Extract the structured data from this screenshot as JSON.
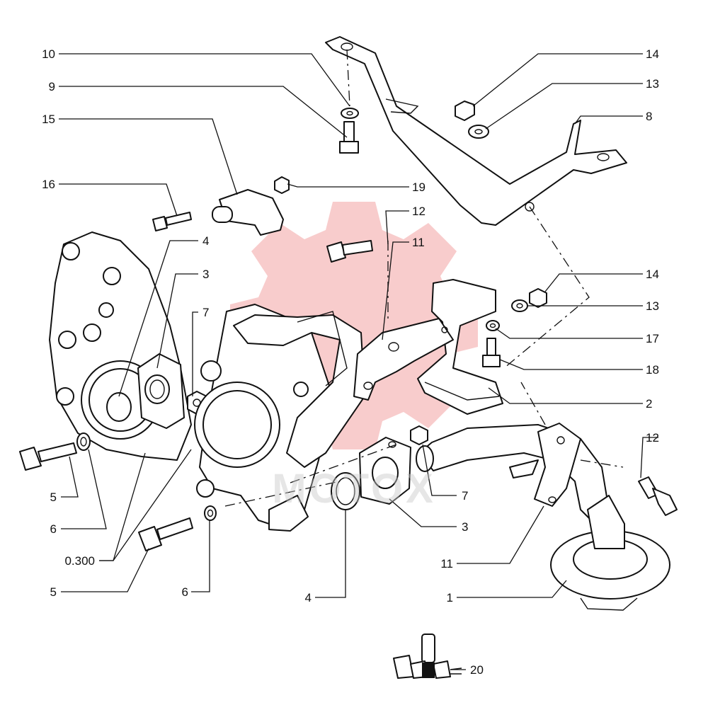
{
  "watermark": {
    "color": "#e85a5a",
    "text": "MOTOX"
  },
  "callouts": [
    {
      "id": "c-10-top",
      "label": "10"
    },
    {
      "id": "c-9",
      "label": "9"
    },
    {
      "id": "c-15",
      "label": "15"
    },
    {
      "id": "c-16",
      "label": "16"
    },
    {
      "id": "c-4-left",
      "label": "4"
    },
    {
      "id": "c-3-left",
      "label": "3"
    },
    {
      "id": "c-7-left",
      "label": "7"
    },
    {
      "id": "c-5-left",
      "label": "5"
    },
    {
      "id": "c-6-left",
      "label": "6"
    },
    {
      "id": "c-0300",
      "label": "0.300"
    },
    {
      "id": "c-5-bottom",
      "label": "5"
    },
    {
      "id": "c-6-bottom",
      "label": "6"
    },
    {
      "id": "c-4-bottom",
      "label": "4"
    },
    {
      "id": "c-3-bottom",
      "label": "3"
    },
    {
      "id": "c-7-right",
      "label": "7"
    },
    {
      "id": "c-11-bottom",
      "label": "11"
    },
    {
      "id": "c-1",
      "label": "1"
    },
    {
      "id": "c-12-right",
      "label": "12"
    },
    {
      "id": "c-2",
      "label": "2"
    },
    {
      "id": "c-18",
      "label": "18"
    },
    {
      "id": "c-17",
      "label": "17"
    },
    {
      "id": "c-13-mid",
      "label": "13"
    },
    {
      "id": "c-14-mid",
      "label": "14"
    },
    {
      "id": "c-8",
      "label": "8"
    },
    {
      "id": "c-13-top",
      "label": "13"
    },
    {
      "id": "c-14-top",
      "label": "14"
    },
    {
      "id": "c-19",
      "label": "19"
    },
    {
      "id": "c-12-top",
      "label": "12"
    },
    {
      "id": "c-11-top",
      "label": "11"
    },
    {
      "id": "c-20",
      "label": "20"
    }
  ]
}
